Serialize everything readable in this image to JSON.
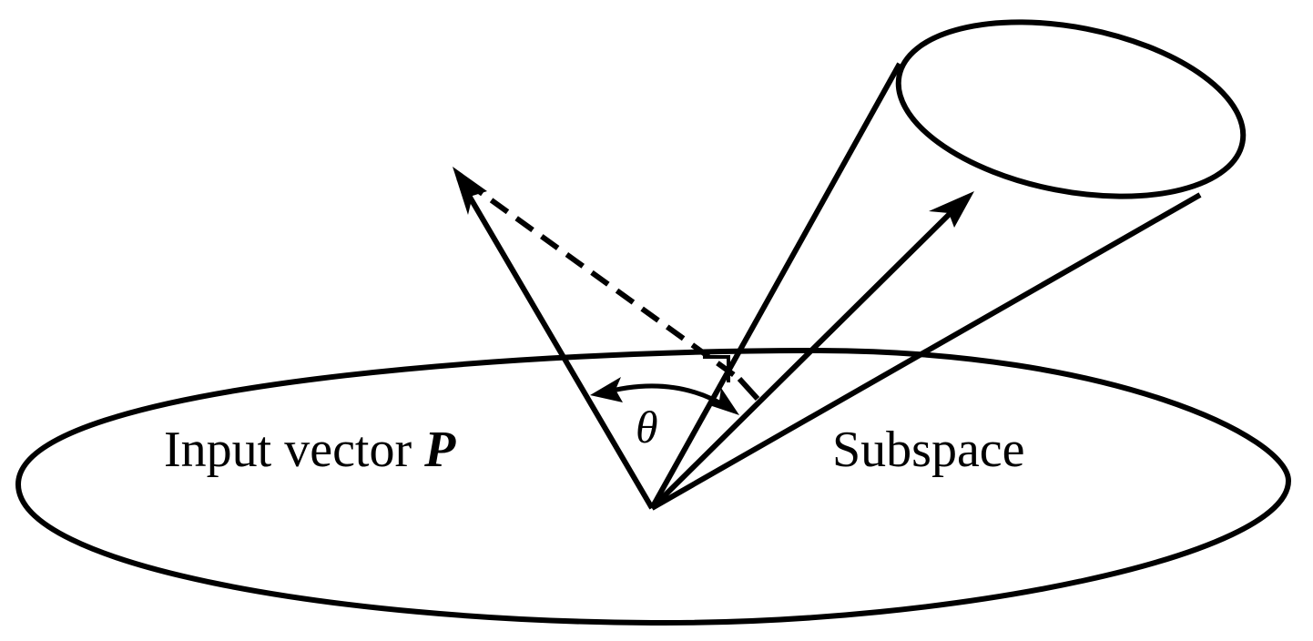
{
  "labels": {
    "input_text": "Input vector ",
    "input_symbol": "P",
    "subspace": "Subspace",
    "angle": "θ"
  },
  "colors": {
    "stroke": "#000000",
    "background": "#ffffff"
  }
}
